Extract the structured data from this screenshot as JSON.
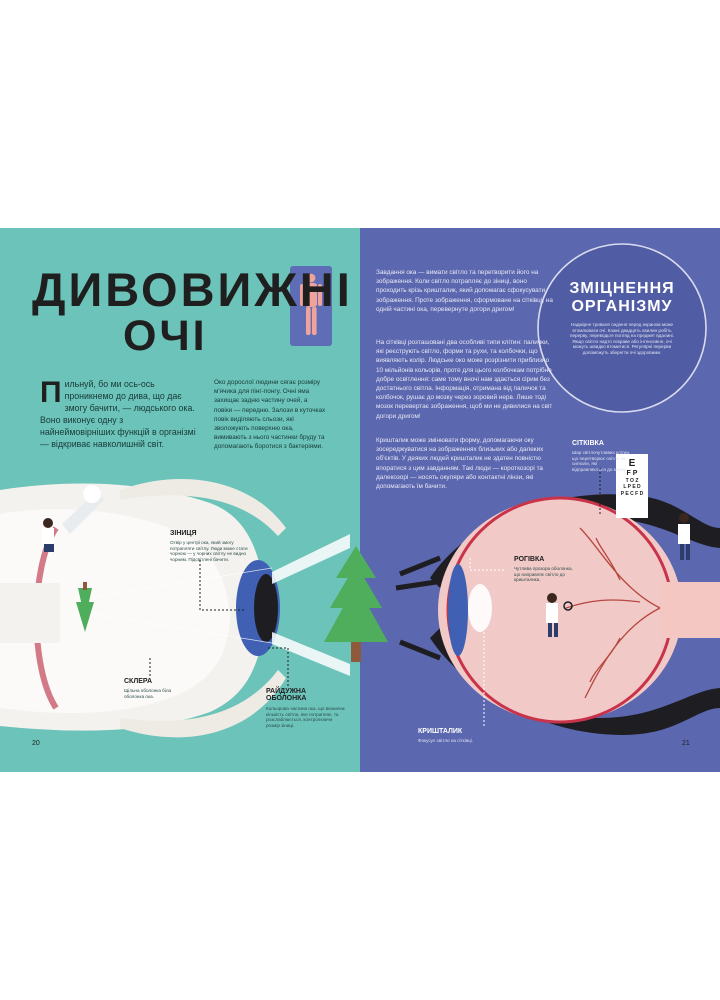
{
  "page_left": {
    "title_line1": "ДИВОВИЖНІ",
    "title_line2": "ОЧІ",
    "intro_dropcap": "П",
    "intro_text": "ильнуй, бо ми ось-ось проникнемо до дива, що дає змогу бачити, — людського ока. Воно виконує одну з найнеймовірніших функцій в організмі — відкриває навколишній світ.",
    "col2_text": "Око дорослої людини сягає розміру м'ячика для пінг-понгу. Очні яма захищає задню частину очей, а повіки — передню. Залози в куточках повік виділяють сльози, які зволожують поверхню ока, вимивають з нього частинки бруду та допомагають боротися з бактеріями.",
    "label_pupil": "ЗІНИЦЯ",
    "label_pupil_desc": "Отвір у центрі ока, який змогу потрапляти світлу. Люди може стати чорною — у чорних світлу не видно чорним. Підсвітлені бачити.",
    "label_sclera": "СКЛЕРА",
    "label_sclera_desc": "Щільна оболонка біла оболонка ока.",
    "label_iris": "РАЙДУЖНА ОБОЛОНКА",
    "label_iris_desc": "Кольорова частина ока, що визначає кількість світла, яке потрапляє, та розслаблюється, контролюючи розмір зіниці.",
    "page_number": "20"
  },
  "page_right": {
    "col1_p1": "Завдання ока — вимати світло та перетворити його на зображення. Коли світло потрапляє до зіниці, воно проходить крізь кришталик, який допомагає сфокусувати зображення. Проте зображення, сформоване на сітківці, на одній частині ока, перевернуте догори дригом!",
    "col1_p2": "На сітківці розташовані два особливі типи клітин: палички, які реєструють світло, форми та рухи, та колбочки, що виявляють колір. Людське око може розрізнити приблизно 10 мільйонів кольорів, проте для цього колбочкам потрібне добре освітлення: саме тому вночі нам здається сірим без достатнього світла. Інформація, отримана від паличок та колбочок, рушає до мозку через зоровий нерв. Лише тоді мозок перевертає зображення, щоб ми не дивилися на світ догори дригом!",
    "col1_p3": "Кришталик може змінювати форму, допомагаючи оку зосереджуватися на зображеннях близьких або далеких об'єктів. У деяких людей кришталик не здатен повністю впоратися з цим завданням. Такі люди — короткозорі та далекозорі — носять окуляри або контактні лінзи, які допомагають їм бачити.",
    "box_title_line1": "ЗМІЦНЕННЯ",
    "box_title_line2": "ОРГАНІЗМУ",
    "box_text": "Надмірне тривале сидіння перед екраном може втомлювати очі. Кожні двадцять хвилин робіть перерву, переводьте погляд на предмет вдалині. Якщо світло надто яскраве або інтенсивне, очі можуть швидко втомитися. Регулярні перерви допоможуть зберегти очі здоровими.",
    "label_retina": "СІТКІВКА",
    "label_retina_desc": "Шар світлочутливих клітин, що перетворює світло на сигнали, які відправляються до мозку.",
    "label_cornea": "РОГІВКА",
    "label_cornea_desc": "Чутлива прозора оболонка, що направляє світло до кришталика.",
    "label_lens": "КРИШТАЛИК",
    "label_lens_desc": "Фокусує світло на сітківці.",
    "chart_letters": [
      "E",
      "F P",
      "T O Z",
      "L P E D",
      "P E C F D"
    ],
    "page_number": "21"
  },
  "colors": {
    "left_bg": "#6cc3b9",
    "right_bg": "#5b67ae",
    "eye_white": "#f3f1ee",
    "iris_blue": "#3f60b3",
    "tree_green": "#4fae5b",
    "retina_pink": "#f1c9c7",
    "vessel_red": "#b7473f"
  },
  "icons": [
    "human-figure-icon",
    "tree-icon",
    "scientist-icon",
    "eye-chart-icon",
    "magnifier-icon"
  ]
}
